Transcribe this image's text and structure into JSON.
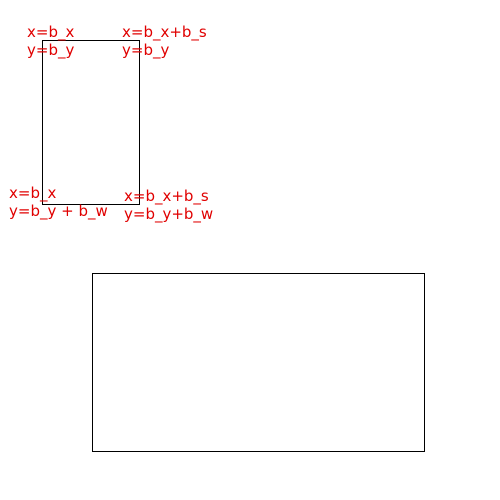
{
  "labels": {
    "top_left": {
      "x": "x=b_x",
      "y": "y=b_y"
    },
    "top_right": {
      "x": "x=b_x+b_s",
      "y": "y=b_y"
    },
    "bottom_left": {
      "x": "x=b_x",
      "y": "y=b_y + b_w"
    },
    "bottom_right": {
      "x": "x=b_x+b_s",
      "y": "y=b_y+b_w"
    }
  },
  "colors": {
    "label": "#e00000",
    "stroke": "#000000",
    "background": "#ffffff"
  }
}
